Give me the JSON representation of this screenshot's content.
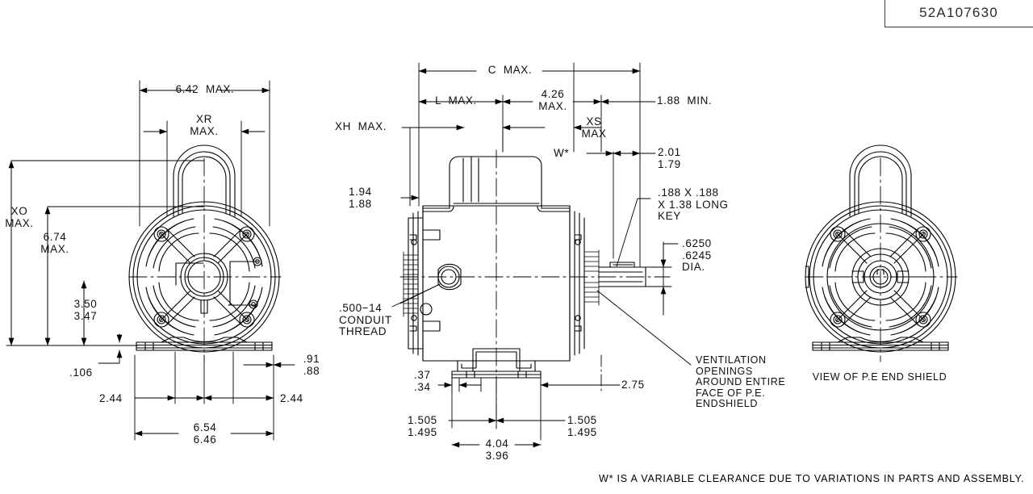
{
  "drawing": {
    "part_number": "52A107630",
    "footer_note": "W* IS A VARIABLE CLEARANCE DUE TO VARIATIONS IN PARTS AND ASSEMBLY.",
    "view_labels": {
      "pe_end_shield": "VIEW OF P.E END SHIELD"
    }
  },
  "left_view": {
    "name": "opposite-end-view",
    "dimensions": {
      "overall_width_max": "6.42  MAX.",
      "xr_max": "XR\nMAX.",
      "xo_max": "XO\nMAX.",
      "height_674_max": "6.74\nMAX.",
      "height_350_347": "3.50\n3.47",
      "foot_thickness": ".106",
      "base_left_2_44": "2.44",
      "base_right_2_44": "2.44",
      "base_width": "6.54\n6.46",
      "foot_91_88": ".91\n.88"
    }
  },
  "center_view": {
    "name": "side-elevation-view",
    "dimensions": {
      "c_max": "C  MAX.",
      "l_max": "L  MAX.",
      "dim_426_max": "4.26\nMAX.",
      "dim_188_min": "1.88  MIN.",
      "xh_max": "XH  MAX.",
      "xs_max": "XS\nMAX",
      "w_star": "W*",
      "dim_201_179": "2.01\n1.79",
      "dim_194_188": "1.94\n1.88",
      "dim_37_34": ".37\n.34",
      "dim_1505_1495_left": "1.505\n1.495",
      "dim_1505_1495_right": "1.505\n1.495",
      "dim_404_396": "4.04\n3.96",
      "dim_275": "2.75"
    },
    "callouts": {
      "conduit_thread": ".500−14\nCONDUIT\nTHREAD",
      "key": ".188 X .188\nX 1.38 LONG\nKEY",
      "shaft_dia": ".6250\n.6245\nDIA.",
      "ventilation": "VENTILATION\nOPENINGS\nAROUND ENTIRE\nFACE OF P.E.\nENDSHIELD"
    }
  },
  "right_view": {
    "name": "pe-end-shield-view",
    "label": "VIEW OF P.E END SHIELD"
  },
  "style": {
    "line_color": "#000000",
    "background": "#ffffff"
  }
}
